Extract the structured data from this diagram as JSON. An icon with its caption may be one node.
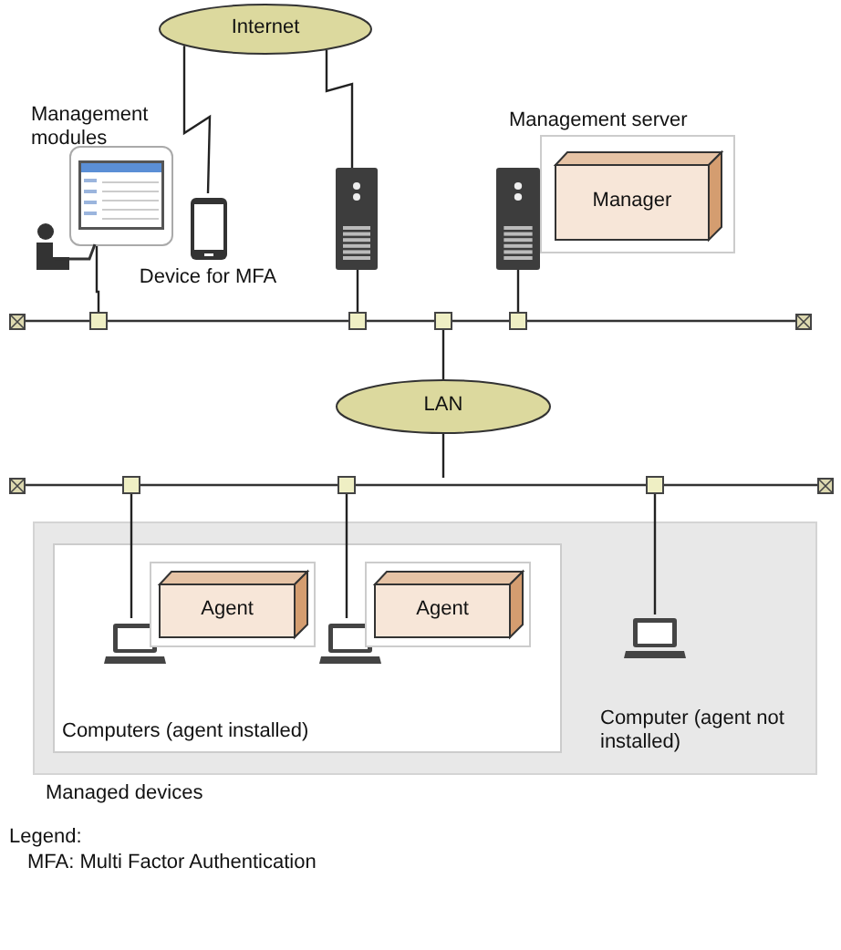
{
  "diagram": {
    "nodes": [
      {
        "text": [
          "Internet"
        ]
      },
      {
        "text": [
          "Management modules"
        ]
      },
      {
        "text": [
          "Device for MFA"
        ]
      },
      {
        "text": [],
        "shape": "picture"
      },
      {
        "text": [],
        "shape": "picture"
      },
      {
        "text": [
          "Management server"
        ]
      },
      {
        "text": [
          "Manager"
        ],
        "in": 5
      },
      {
        "text": [],
        "shape": "bar"
      },
      {
        "text": [
          "LAN"
        ]
      },
      {
        "text": [],
        "shape": "bar"
      },
      {
        "text": [
          "Managed devices"
        ]
      },
      {
        "text": [
          "Computers (agent installed)"
        ],
        "in": 10
      },
      {
        "text": [],
        "shape": "picture",
        "in": 11
      },
      {
        "text": [
          "Agent"
        ],
        "in": 11
      },
      {
        "text": [],
        "shape": "picture",
        "in": 11
      },
      {
        "text": [
          "Agent"
        ],
        "in": 11
      },
      {
        "text": [
          "Computer (agent not installed)"
        ],
        "in": 10
      }
    ],
    "edges": [
      {
        "from": 0,
        "to": 2,
        "arrow": "none"
      },
      {
        "from": 0,
        "to": 3,
        "arrow": "none"
      },
      {
        "from": 1,
        "to": 7,
        "arrow": "none"
      },
      {
        "from": 3,
        "to": 7,
        "arrow": "none"
      },
      {
        "from": 4,
        "to": 7,
        "arrow": "none"
      },
      {
        "from": 7,
        "to": 8,
        "arrow": "none"
      },
      {
        "from": 8,
        "to": 9,
        "arrow": "none"
      },
      {
        "from": 9,
        "to": 12,
        "arrow": "none"
      },
      {
        "from": 9,
        "to": 14,
        "arrow": "none"
      },
      {
        "from": 9,
        "to": 16,
        "arrow": "none"
      }
    ],
    "labels": [
      "Legend:",
      "MFA: Multi Factor Authentication"
    ]
  }
}
